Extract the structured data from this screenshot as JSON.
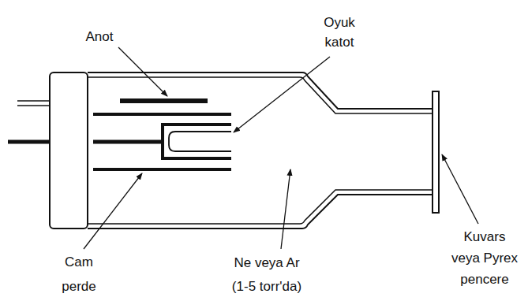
{
  "diagram": {
    "labels": [
      "Anot",
      "Oyuk katot",
      "Cam perde",
      "Ne veya Ar (1-5 torr'da)",
      "Kuvars veya Pyrex pencere"
    ]
  }
}
